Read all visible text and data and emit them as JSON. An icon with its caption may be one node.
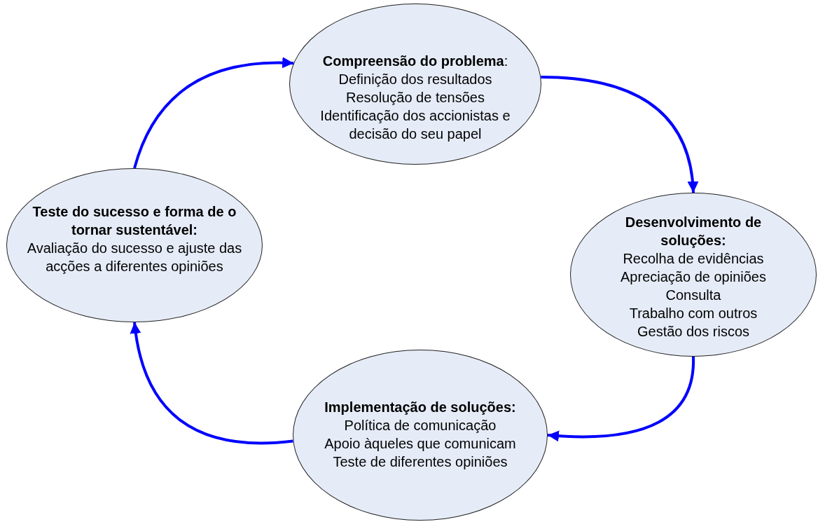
{
  "diagram": {
    "nodes": [
      {
        "text": [
          "**Compreensão do problema**:",
          "Definição dos resultados",
          "Resolução de tensões",
          "Identificação dos accionistas e decisão do seu papel"
        ]
      },
      {
        "text": [
          "Desenvolvimento de soluções:",
          "Recolha de evidências",
          "Apreciação de opiniões",
          "Consulta",
          "Trabalho com outros",
          "Gestão dos riscos"
        ]
      },
      {
        "text": [
          "Implementação de soluções:",
          "Política de comunicação",
          "Apoio àqueles que comunicam",
          "Teste de diferentes opiniões"
        ]
      },
      {
        "text": [
          "Teste do sucesso e forma de o tornar sustentável:",
          "Avaliação do sucesso e ajuste das acções a diferentes opiniões"
        ]
      }
    ],
    "edges": [
      {
        "from": 0,
        "to": 1,
        "arrow": "to"
      },
      {
        "from": 1,
        "to": 2,
        "arrow": "to"
      },
      {
        "from": 2,
        "to": 3,
        "arrow": "to"
      },
      {
        "from": 3,
        "to": 0,
        "arrow": "to"
      }
    ]
  }
}
